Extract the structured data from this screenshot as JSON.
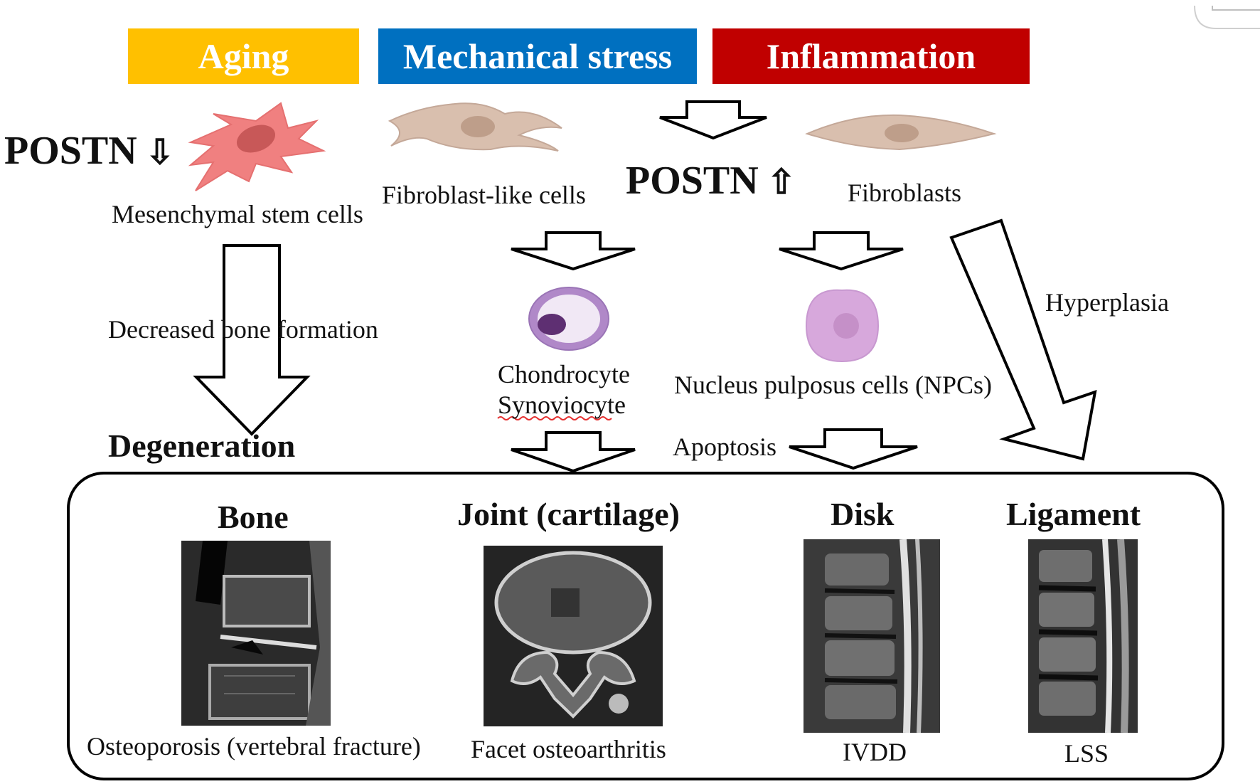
{
  "factors": {
    "aging": {
      "label": "Aging",
      "color": "#FFC000"
    },
    "mechanical": {
      "label": "Mechanical stress",
      "color": "#0070C0"
    },
    "inflammation": {
      "label": "Inflammation",
      "color": "#C00000"
    }
  },
  "postn_down": "POSTN",
  "postn_up": "POSTN",
  "cells": {
    "msc": "Mesenchymal stem cells",
    "fibroblast_like": "Fibroblast-like cells",
    "fibroblasts": "Fibroblasts",
    "chondrocyte": "Chondrocyte",
    "synoviocyte": "Synoviocyte",
    "npc": "Nucleus pulposus cells (NPCs)"
  },
  "processes": {
    "decreased_bone": "Decreased bone formation",
    "degeneration": "Degeneration",
    "apoptosis": "Apoptosis",
    "hyperplasia": "Hyperplasia"
  },
  "tissues": [
    {
      "title": "Bone",
      "caption": "Osteoporosis (vertebral fracture)"
    },
    {
      "title": "Joint (cartilage)",
      "caption": "Facet osteoarthritis"
    },
    {
      "title": "Disk",
      "caption": "IVDD"
    },
    {
      "title": "Ligament",
      "caption": "LSS"
    }
  ],
  "colors": {
    "msc_cell": "#F08080",
    "fibroblast_cell": "#D9BFAE",
    "chondrocyte_cell": "#B088C8",
    "npc_cell": "#D7A8DC"
  }
}
